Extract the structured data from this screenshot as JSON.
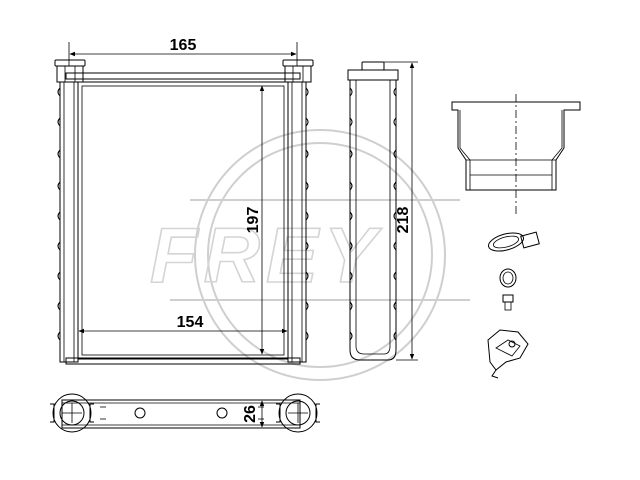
{
  "watermark": {
    "text": "FREY"
  },
  "dimensions": {
    "overall_width": "165",
    "core_width": "154",
    "core_height": "197",
    "overall_height": "218",
    "depth": "26"
  }
}
